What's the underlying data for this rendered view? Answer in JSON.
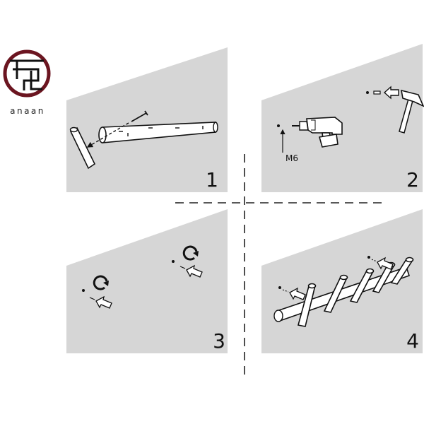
{
  "brand": {
    "name": "anaan",
    "logo_icon": "brand-logo-icon"
  },
  "steps": [
    {
      "number": "1",
      "icons": [
        "rail-icon",
        "peg-icon",
        "screw-icon"
      ]
    },
    {
      "number": "2",
      "label": "M6",
      "icons": [
        "drill-icon",
        "hammer-icon",
        "anchor-icon"
      ]
    },
    {
      "number": "3",
      "icons": [
        "rotate-icon",
        "arrow-icon",
        "screw-icon"
      ]
    },
    {
      "number": "4",
      "icons": [
        "rail-icon",
        "peg-icon",
        "arrow-icon"
      ]
    }
  ],
  "colors": {
    "wall": "#d6d6d6",
    "line": "#111111",
    "logo_red": "#6b1520"
  }
}
